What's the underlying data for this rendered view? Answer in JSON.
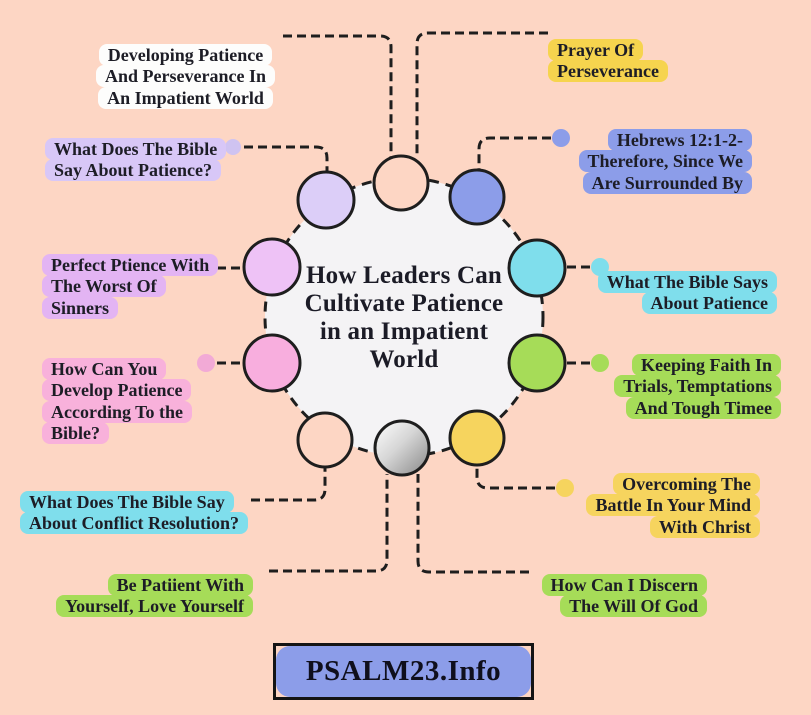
{
  "page": {
    "bg": "#fdd6c4",
    "line_color": "#1e1e1e"
  },
  "center": {
    "title": "How Leaders Can\nCultivate Patience\nin an Impatient\nWorld",
    "fill": "#f4f3f5"
  },
  "nodes": [
    {
      "name": "node-top-peach",
      "color": "#fdd6c4"
    },
    {
      "name": "node-periwinkle",
      "color": "#8c9de9"
    },
    {
      "name": "node-cyan",
      "color": "#7fdeec"
    },
    {
      "name": "node-green",
      "color": "#a6dc58"
    },
    {
      "name": "node-yellow",
      "color": "#f6d45e"
    },
    {
      "name": "node-silver",
      "color": "#c9c9c9"
    },
    {
      "name": "node-bottom-peach",
      "color": "#fdd6c4"
    },
    {
      "name": "node-pink",
      "color": "#f8aede"
    },
    {
      "name": "node-violet",
      "color": "#eec2f6"
    },
    {
      "name": "node-lavender",
      "color": "#dccef8"
    }
  ],
  "dots": [
    {
      "name": "dot-bible-question",
      "color": "#cfc3f1"
    },
    {
      "name": "dot-hebrews",
      "color": "#8c9de9"
    },
    {
      "name": "dot-perfect",
      "color": "#e9c0f3"
    },
    {
      "name": "dot-develop",
      "color": "#f2aad6"
    },
    {
      "name": "dot-bible-says",
      "color": "#7fdeec"
    },
    {
      "name": "dot-keeping-faith",
      "color": "#a6dc58"
    },
    {
      "name": "dot-overcoming",
      "color": "#f6d45e"
    }
  ],
  "labels": {
    "developing": {
      "text": "Developing Patience\nAnd Perseverance In\nAn Impatient World",
      "bg": "#fdfdfc"
    },
    "prayer": {
      "text": "Prayer Of\nPerseverance",
      "bg": "#f6d44e"
    },
    "bible_q": {
      "text": "What Does The Bible\nSay About Patience?",
      "bg": "#d8c7f7"
    },
    "hebrews": {
      "text": "Hebrews 12:1-2-\nTherefore, Since We\nAre Surrounded By",
      "bg": "#8c9de9"
    },
    "perfect": {
      "text": "Perfect Ptience With\nThe Worst Of\nSinners",
      "bg": "#e3b4f3"
    },
    "develop": {
      "text": "How Can You\nDevelop Patience\nAccording To the\nBible?",
      "bg": "#f8b1db"
    },
    "bible_says": {
      "text": "What The Bible Says\nAbout Patience",
      "bg": "#7fdeec"
    },
    "keeping": {
      "text": "Keeping Faith In\nTrials, Temptations\nAnd Tough Timee",
      "bg": "#a6dc58"
    },
    "conflict": {
      "text": "What Does The Bible Say\nAbout Conflict Resolution?",
      "bg": "#7fdeec"
    },
    "be_patient": {
      "text": "Be Patiient With\nYourself, Love Yourself",
      "bg": "#a6dc58"
    },
    "overcoming": {
      "text": "Overcoming The\nBattle In Your Mind\nWith Christ",
      "bg": "#f6d45e"
    },
    "discern": {
      "text": "How Can I Discern\nThe Will Of God",
      "bg": "#a6dc58"
    }
  },
  "footer": {
    "label": "PSALM23.Info",
    "bg": "#8c9de9"
  }
}
